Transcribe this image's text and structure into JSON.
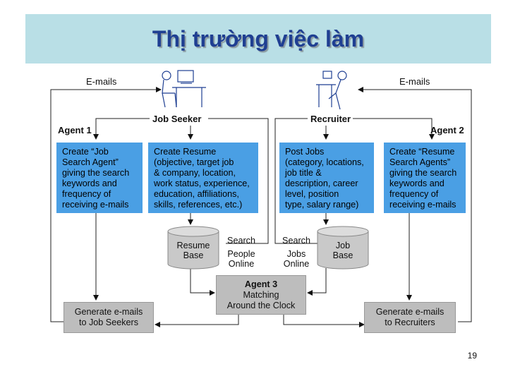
{
  "slide": {
    "title": "Thị trường việc làm",
    "page_number": "19"
  },
  "diagram": {
    "emails_left": "E-mails",
    "emails_right": "E-mails",
    "job_seeker": "Job Seeker",
    "recruiter": "Recruiter",
    "agent1": "Agent 1",
    "agent2": "Agent 2",
    "box_create_agent": [
      "Create “Job",
      "Search Agent”",
      "giving the search",
      "keywords and",
      "frequency of",
      "receiving e-mails"
    ],
    "box_create_resume": [
      "Create Resume",
      "(objective, target job",
      "& company, location,",
      "work status, experience,",
      "education, affiliations,",
      "skills, references, etc.)"
    ],
    "box_post_jobs": [
      "Post Jobs",
      "(category, locations,",
      "job title &",
      "description, career",
      "level, position",
      "type, salary range)"
    ],
    "box_create_resume_agents": [
      "Create “Resume",
      "Search Agents”",
      "giving the search",
      "keywords and",
      "frequency of",
      "receiving e-mails"
    ],
    "resume_base": [
      "Resume",
      "Base"
    ],
    "job_base": [
      "Job",
      "Base"
    ],
    "search_people": [
      "Search",
      "People",
      "Online"
    ],
    "search_jobs": [
      "Search",
      "Jobs",
      "Online"
    ],
    "agent3": [
      "Agent 3",
      "Matching",
      "Around the Clock"
    ],
    "gen_jobseekers": [
      "Generate e-mails",
      "to Job Seekers"
    ],
    "gen_recruiters": [
      "Generate e-mails",
      "to Recruiters"
    ]
  }
}
